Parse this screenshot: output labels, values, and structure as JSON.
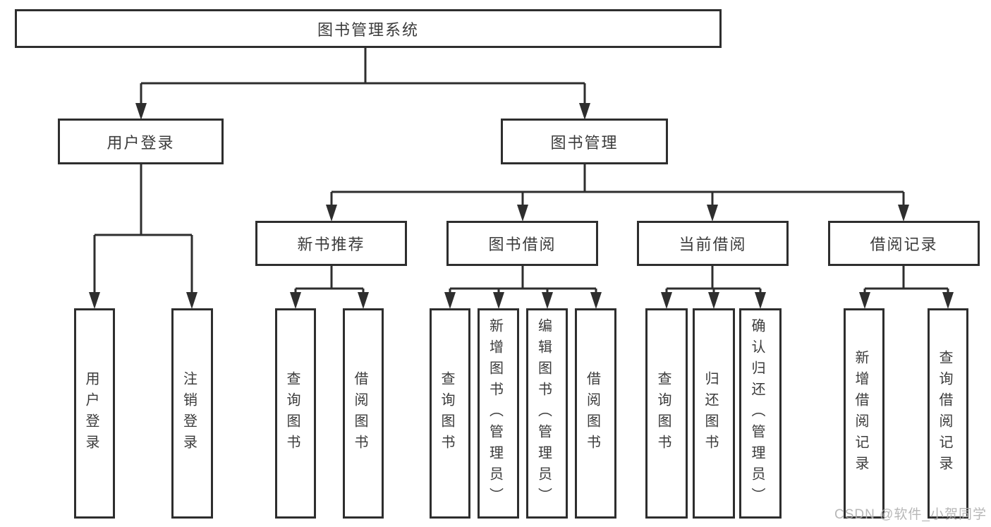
{
  "tree": {
    "label": "图书管理系统",
    "children": [
      {
        "label": "用户登录",
        "children": [
          {
            "label": "用户登录"
          },
          {
            "label": "注销登录"
          }
        ]
      },
      {
        "label": "图书管理",
        "children": [
          {
            "label": "新书推荐",
            "children": [
              {
                "label": "查询图书"
              },
              {
                "label": "借阅图书"
              }
            ]
          },
          {
            "label": "图书借阅",
            "children": [
              {
                "label": "查询图书"
              },
              {
                "label": "新增图书（管理员）"
              },
              {
                "label": "编辑图书（管理员）"
              },
              {
                "label": "借阅图书"
              }
            ]
          },
          {
            "label": "当前借阅",
            "children": [
              {
                "label": "查询图书"
              },
              {
                "label": "归还图书"
              },
              {
                "label": "确认归还（管理员）"
              }
            ]
          },
          {
            "label": "借阅记录",
            "children": [
              {
                "label": "新增借阅记录"
              },
              {
                "label": "查询借阅记录"
              }
            ]
          }
        ]
      }
    ]
  },
  "watermark": {
    "text": "CSDN @软件_小贺同学"
  },
  "colors": {
    "line": "#2e2e2e",
    "text": "#3b3b3b",
    "watermark": "#b0b0b0",
    "background": "#ffffff"
  }
}
